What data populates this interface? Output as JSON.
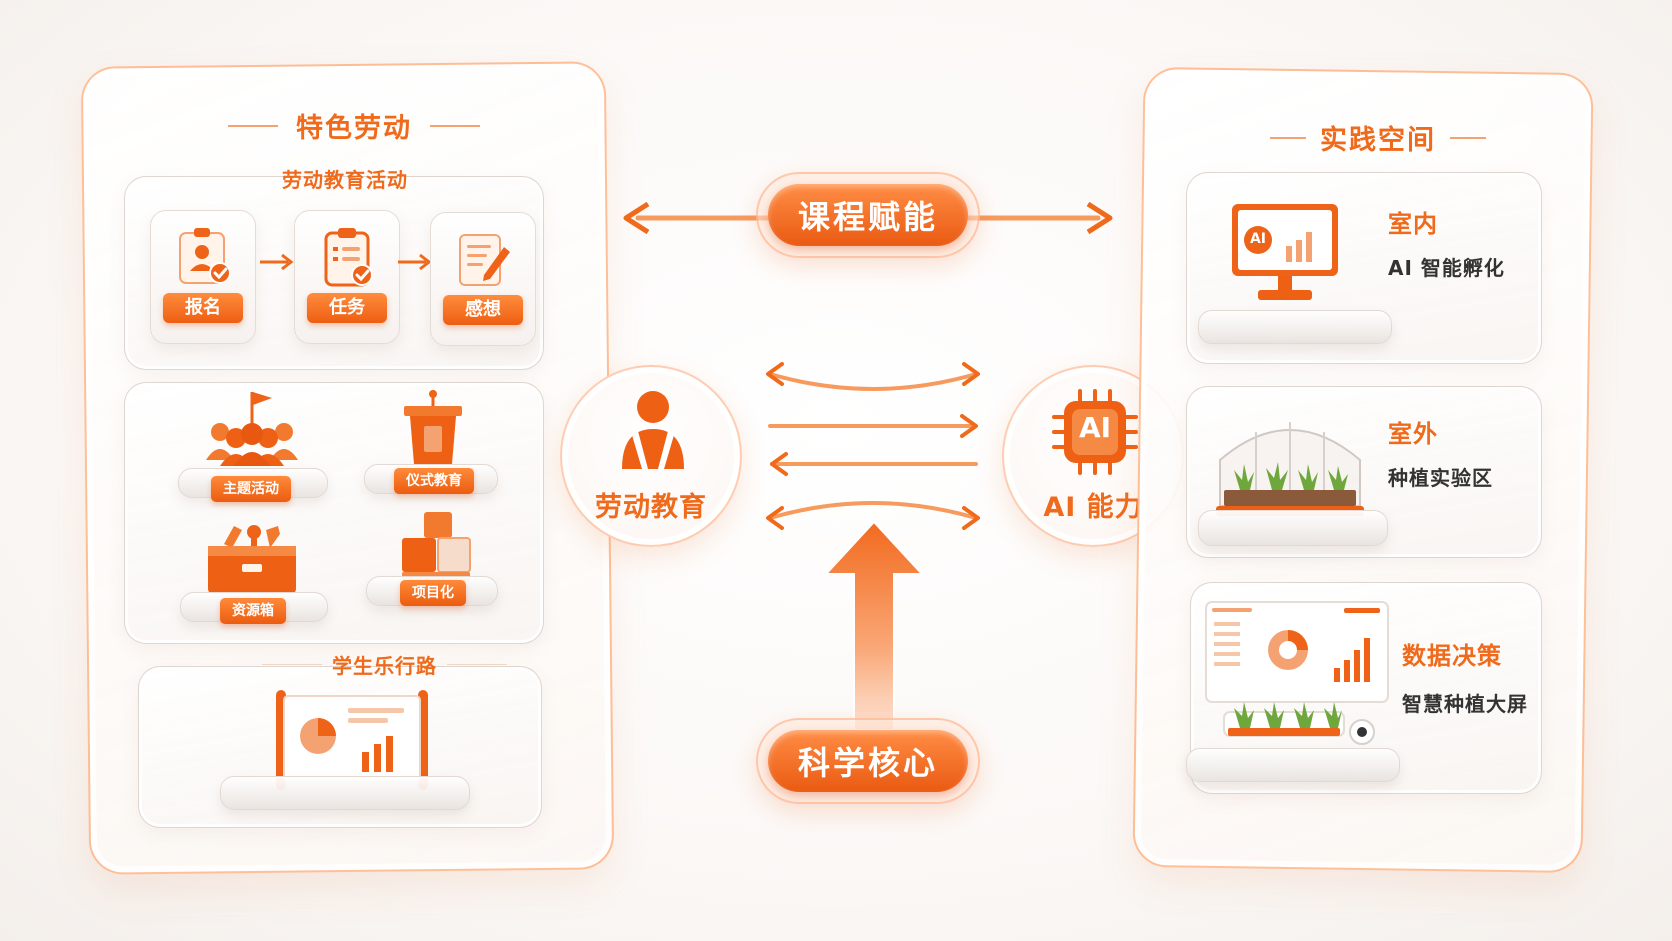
{
  "left_panel": {
    "title": "特色劳动",
    "activity_section": {
      "title": "劳动教育活动",
      "steps": [
        {
          "label": "报名",
          "icon": "user-check-icon"
        },
        {
          "label": "任务",
          "icon": "clipboard-check-icon"
        },
        {
          "label": "感想",
          "icon": "note-pen-icon"
        }
      ]
    },
    "features": [
      {
        "label": "主题活动",
        "icon": "group-flag-icon"
      },
      {
        "label": "仪式教育",
        "icon": "podium-icon"
      },
      {
        "label": "资源箱",
        "icon": "toolbox-icon"
      },
      {
        "label": "项目化",
        "icon": "blocks-icon"
      }
    ],
    "journey_section": {
      "title": "学生乐行路",
      "icon": "presentation-board-icon"
    }
  },
  "center": {
    "top_pill": "课程赋能",
    "bottom_pill": "科学核心",
    "left_node": {
      "label": "劳动教育",
      "icon": "worker-icon"
    },
    "right_node": {
      "label": "AI 能力",
      "icon": "ai-chip-icon",
      "chip_text": "AI"
    }
  },
  "right_panel": {
    "title": "实践空间",
    "items": [
      {
        "title": "室内",
        "desc": "AI 智能孵化",
        "icon": "monitor-icon",
        "badge": "AI"
      },
      {
        "title": "室外",
        "desc": "种植实验区",
        "icon": "greenhouse-icon"
      },
      {
        "title": "数据决策",
        "desc": "智慧种植大屏",
        "icon": "dashboard-screen-icon"
      }
    ]
  },
  "colors": {
    "accent": "#f06a1c",
    "accent_light": "#ff8d45",
    "text_dark": "#333333"
  }
}
